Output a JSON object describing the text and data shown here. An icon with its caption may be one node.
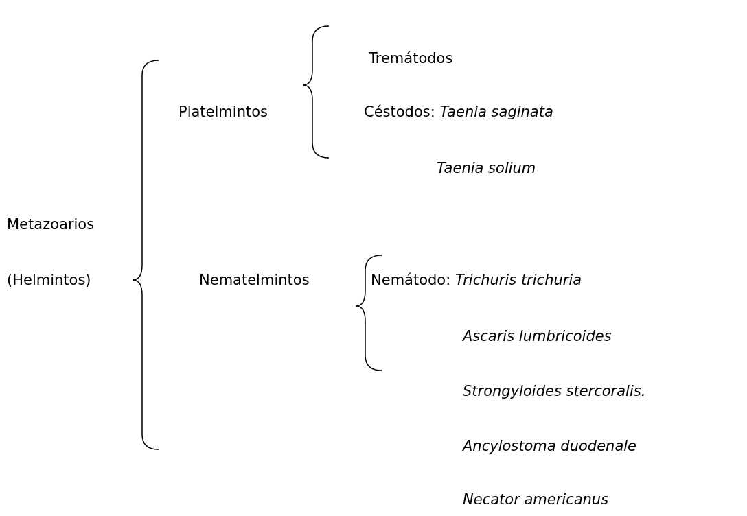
{
  "diagram": {
    "labels": [
      "Tremátodos",
      "Platelmintos",
      "Céstodos: *Taenia saginata*",
      "Taenia solium",
      "Metazoarios",
      "(Helmintos)",
      "Nematelmintos",
      "Nemátodo: *Trichuris trichuria*",
      "Ascaris lumbricoides",
      "Strongyloides stercoralis.",
      "Ancylostoma duodenale",
      "Necator americanus"
    ]
  }
}
